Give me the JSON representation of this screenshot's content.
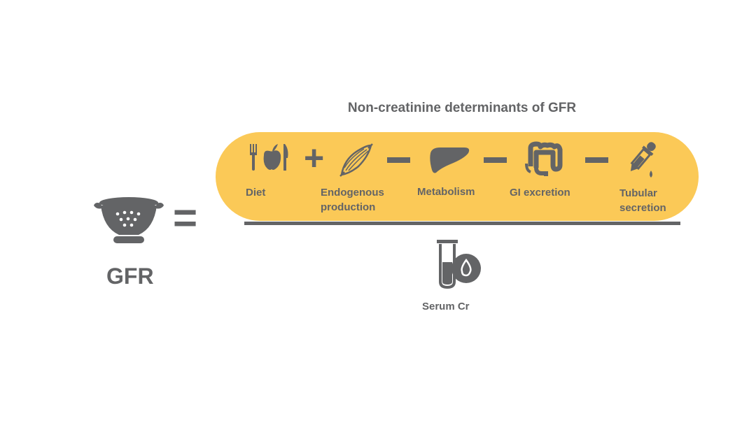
{
  "title": "Non-creatinine determinants of GFR",
  "gfr": {
    "label": "GFR",
    "icon": "colander-icon"
  },
  "equals_sign": "=",
  "terms": [
    {
      "label": "Diet",
      "icon": "utensils-apple-icon"
    },
    {
      "operator": "+",
      "label": "Endogenous production",
      "icon": "muscle-icon"
    },
    {
      "operator": "−",
      "label": "Metabolism",
      "icon": "liver-icon"
    },
    {
      "operator": "−",
      "label": "GI excretion",
      "icon": "intestine-icon"
    },
    {
      "operator": "−",
      "label": "Tubular secretion",
      "icon": "dropper-icon"
    }
  ],
  "denominator": {
    "label": "Serum Cr",
    "icon": "test-tube-drop-icon"
  },
  "colors": {
    "accent": "#fbc957",
    "ink": "#636466",
    "background": "#ffffff"
  }
}
